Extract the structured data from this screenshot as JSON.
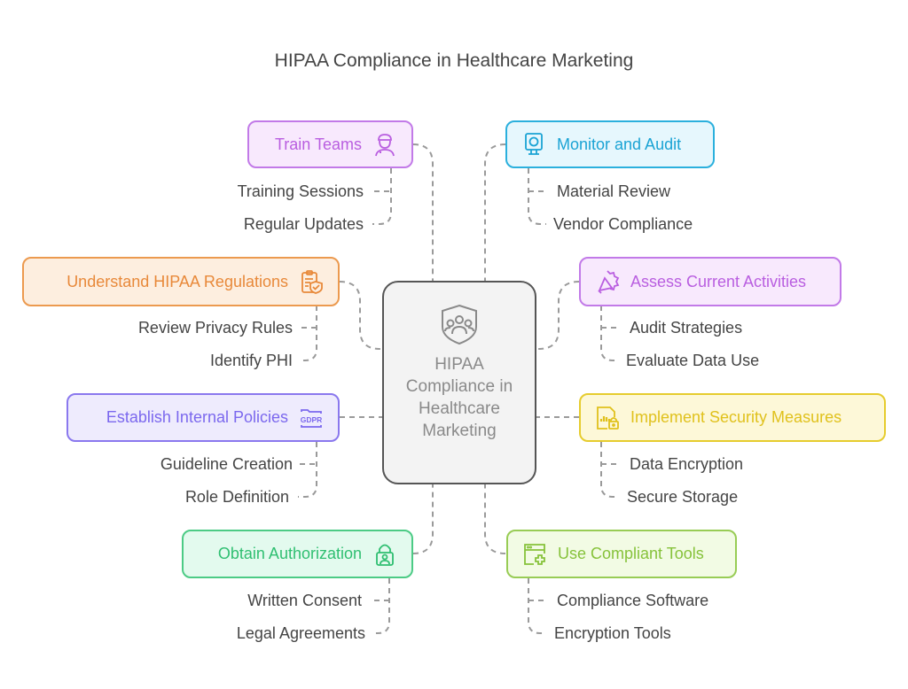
{
  "title": "HIPAA Compliance in Healthcare Marketing",
  "center": {
    "label": "HIPAA Compliance in Healthcare Marketing",
    "icon": "shield-people-icon"
  },
  "colors": {
    "purple": "#b95ee0",
    "blue": "#1aa3d4",
    "orange": "#e8893a",
    "indigo": "#7b68ee",
    "yellow": "#e0c11c",
    "green": "#2fbf71",
    "lime": "#86c23a",
    "connector": "#9a9a9a"
  },
  "branches": [
    {
      "id": "train",
      "label": "Train Teams",
      "icon": "nurse-icon",
      "subs": [
        "Training Sessions",
        "Regular Updates"
      ]
    },
    {
      "id": "monitor",
      "label": "Monitor and Audit",
      "icon": "monitor-camera-icon",
      "subs": [
        "Material Review",
        "Vendor Compliance"
      ]
    },
    {
      "id": "understand",
      "label": "Understand HIPAA Regulations",
      "icon": "clipboard-shield-icon",
      "subs": [
        "Review Privacy Rules",
        "Identify PHI"
      ]
    },
    {
      "id": "assess",
      "label": "Assess Current Activities",
      "icon": "megaphone-badge-icon",
      "subs": [
        "Audit Strategies",
        "Evaluate Data Use"
      ]
    },
    {
      "id": "policies",
      "label": "Establish Internal Policies",
      "icon": "gdpr-folder-icon",
      "icon_text": "GDPR",
      "subs": [
        "Guideline Creation",
        "Role Definition"
      ]
    },
    {
      "id": "security",
      "label": "Implement Security Measures",
      "icon": "file-chart-lock-icon",
      "subs": [
        "Data Encryption",
        "Secure Storage"
      ]
    },
    {
      "id": "authorization",
      "label": "Obtain Authorization",
      "icon": "lock-user-icon",
      "subs": [
        "Written Consent",
        "Legal Agreements"
      ]
    },
    {
      "id": "tools",
      "label": "Use Compliant Tools",
      "icon": "browser-plus-icon",
      "subs": [
        "Compliance Software",
        "Encryption Tools"
      ]
    }
  ]
}
